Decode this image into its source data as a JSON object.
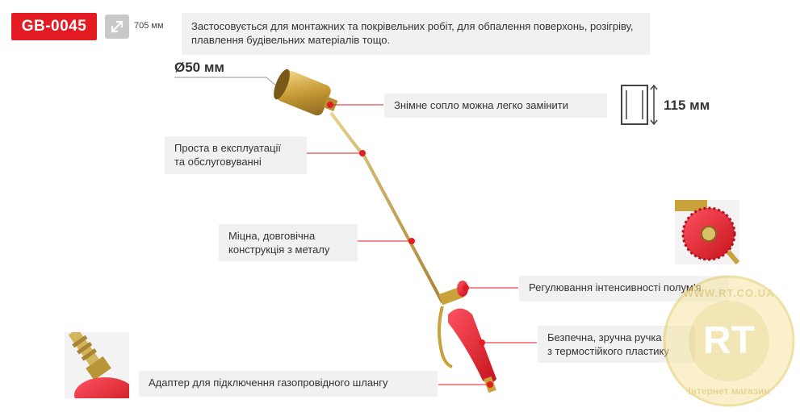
{
  "product": {
    "code": "GB-0045",
    "length": "705 мм",
    "description": "Застосовується для монтажних та покрівельних робіт, для обпалення поверхонь, розігріву, плавлення будівельних матеріалів тощо."
  },
  "dimensions": {
    "diameter": "Ø50 мм",
    "nozzle_length": "115 мм"
  },
  "callouts": {
    "nozzle": "Знімне сопло можна легко замінити",
    "easy_line1": "Проста в експлуатації",
    "easy_line2": "та обслуговуванні",
    "durable_line1": "Міцна, довговічна",
    "durable_line2": "конструкція з металу",
    "flame": "Регулювання інтенсивності полум’я",
    "handle_line1": "Безпечна, зручна ручка",
    "handle_line2": "з термостійкого пластику",
    "adapter": "Адаптер для підключення газопровідного шлангу"
  },
  "watermark": {
    "logo": "RT",
    "url": "WWW.RT.CO.UA",
    "subtitle": "Інтернет магазин"
  },
  "colors": {
    "accent": "#e31b23",
    "gold": "#c9a23c",
    "callout_bg": "#f1f1f1"
  }
}
